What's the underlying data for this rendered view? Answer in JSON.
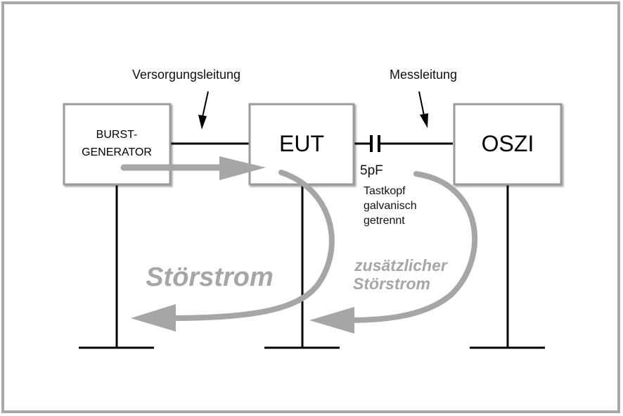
{
  "diagram": {
    "labels": {
      "versorgungsleitung": "Versorgungsleitung",
      "messleitung": "Messleitung",
      "capacitance": "5pF",
      "tastkopf_line1": "Tastkopf",
      "tastkopf_line2": "galvanisch",
      "tastkopf_line3": "getrennt",
      "stoerstrom": "Störstrom",
      "zusaetzlich_line1": "zusätzlicher",
      "zusaetzlich_line2": "Störstrom"
    },
    "boxes": {
      "burst_line1": "BURST-",
      "burst_line2": "GENERATOR",
      "eut": "EUT",
      "oszi": "OSZI"
    },
    "colors": {
      "frame": "#a8a8a8",
      "line": "#000000",
      "arrow_grey": "#a6a6a6",
      "box_border": "#9a9a9a"
    }
  }
}
